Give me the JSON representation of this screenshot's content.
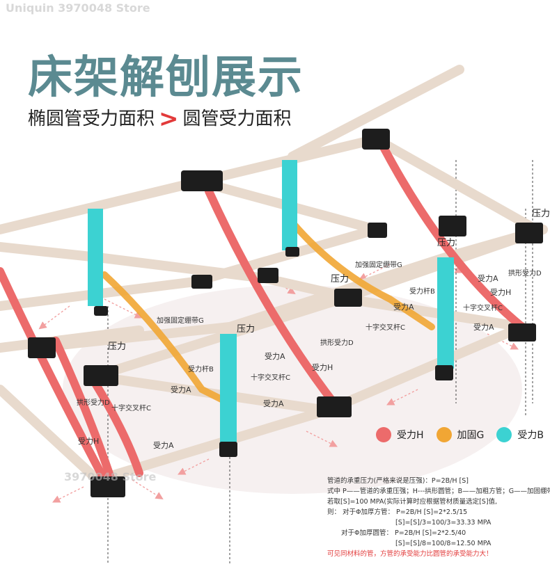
{
  "title": "床架解刨展示",
  "subtitle": {
    "left": "椭圆管受力面积",
    "symbol": ">",
    "right": "圆管受力面积"
  },
  "labels": {
    "pressure": "压力",
    "force_a": "受力A",
    "force_h": "受力H",
    "arch_force_d": "拱形受力D",
    "arch_force_d2": "拱形受力D",
    "cross_bar_c": "十字交叉杆C",
    "force_bar_b": "受力杆B",
    "reinforce_strap_g": "加强固定绷带G"
  },
  "legend": [
    {
      "label": "受力H",
      "color": "#ec6b6b"
    },
    {
      "label": "加固G",
      "color": "#f1a634"
    },
    {
      "label": "受力B",
      "color": "#3cd2d2"
    }
  ],
  "formula": {
    "line1": "管道的承重压力(严格来说是压强)：P=2B/H [S]",
    "line2": "式中 P——管道的承重压强；H---拱形圆管；B——加粗方管；G——加固绷带",
    "line3": "若取[S]=100 MPA(实际计算时应根据管材质量选定[S]值,",
    "line4": "则： 对于Φ加厚方管：   P=2B/H [S]=2*2.5/15",
    "line5": "[S]=[S]/3=100/3=33.33 MPA",
    "line6": "对于Φ加厚圆管：    P=2B/H [S]=2*2.5/40",
    "line7": "[S]=[S]/8=100/8=12.50 MPA",
    "conclusion": "可见同材料的管，方管的承受能力比圆管的承受能力大！"
  },
  "watermarks": {
    "top": "Uniquin 3970048 Store",
    "bottom": "3970048 Store"
  },
  "colors": {
    "title": "#5b8a91",
    "frame": "#e8dacd",
    "frame_edge": "#bcaea0",
    "leg": "#ec6b6b",
    "strap": "#f1a634",
    "post": "#3cd2d2",
    "joint": "#1d1d1d",
    "arrow": "#f2a0a0"
  }
}
